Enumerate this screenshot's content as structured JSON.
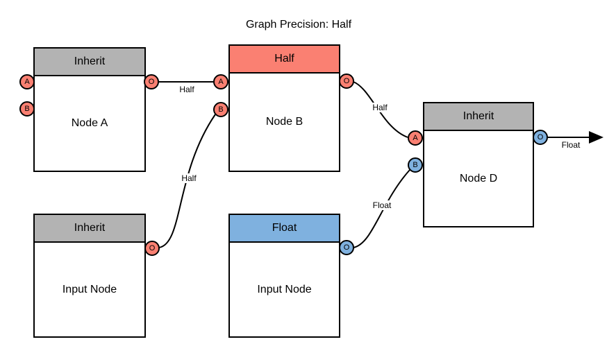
{
  "title": "Graph Precision: Half",
  "colors": {
    "red": "#FA8072",
    "blue": "#7FB1DF",
    "gray": "#B3B3B3",
    "node_fill": "#FFFFFF",
    "edge": "#000000",
    "background": "#FFFFFF"
  },
  "nodes": [
    {
      "id": "node-a",
      "header": "Inherit",
      "label": "Node A"
    },
    {
      "id": "node-b",
      "header": "Half",
      "label": "Node B"
    },
    {
      "id": "input-node-1",
      "header": "Inherit",
      "label": "Input Node"
    },
    {
      "id": "input-node-2",
      "header": "Float",
      "label": "Input Node"
    },
    {
      "id": "node-d",
      "header": "Inherit",
      "label": "Node D"
    }
  ],
  "ports": [
    {
      "node": "node-a",
      "label": "A"
    },
    {
      "node": "node-a",
      "label": "B"
    },
    {
      "node": "node-a",
      "label": "O"
    },
    {
      "node": "node-b",
      "label": "A"
    },
    {
      "node": "node-b",
      "label": "B"
    },
    {
      "node": "node-b",
      "label": "O"
    },
    {
      "node": "input-node-1",
      "label": "O"
    },
    {
      "node": "input-node-2",
      "label": "O"
    },
    {
      "node": "node-d",
      "label": "A"
    },
    {
      "node": "node-d",
      "label": "B"
    },
    {
      "node": "node-d",
      "label": "O"
    }
  ],
  "edges": [
    {
      "from": "node-a.O",
      "to": "node-b.A",
      "label": "Half"
    },
    {
      "from": "node-b.O",
      "to": "node-d.A",
      "label": "Half"
    },
    {
      "from": "input-node-1.O",
      "to": "node-b.B",
      "label": "Half"
    },
    {
      "from": "input-node-2.O",
      "to": "node-d.B",
      "label": "Float"
    },
    {
      "from": "node-d.O",
      "to": "graph-output",
      "label": "Float"
    }
  ]
}
